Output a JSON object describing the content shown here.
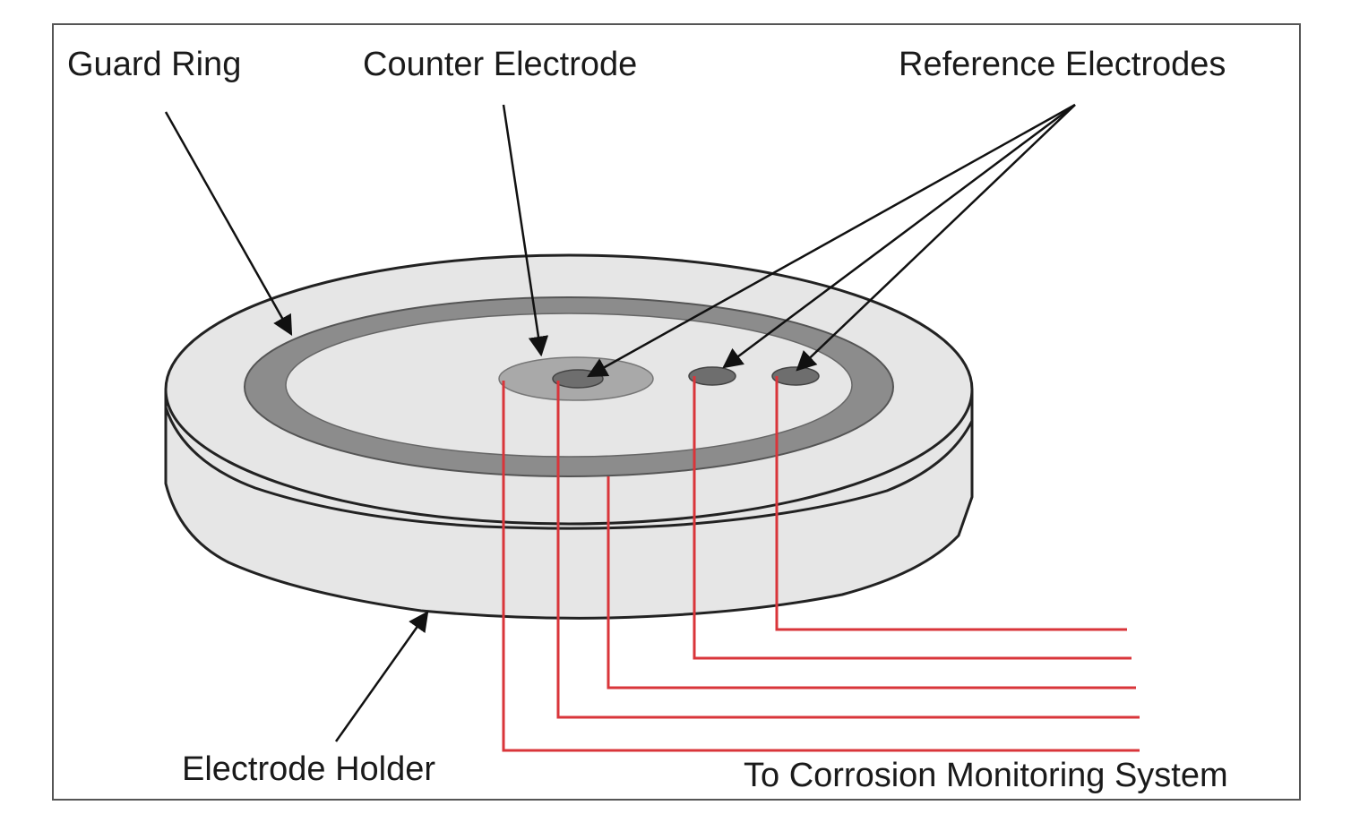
{
  "labels": {
    "guard_ring": "Guard Ring",
    "counter_electrode": "Counter Electrode",
    "reference_electrodes": "Reference Electrodes",
    "electrode_holder": "Electrode Holder",
    "to_system": "To Corrosion Monitoring System"
  },
  "colors": {
    "wire": "#d9353a",
    "disc": "#e6e6e6",
    "ring": "#8c8c8c",
    "outline": "#222222"
  }
}
